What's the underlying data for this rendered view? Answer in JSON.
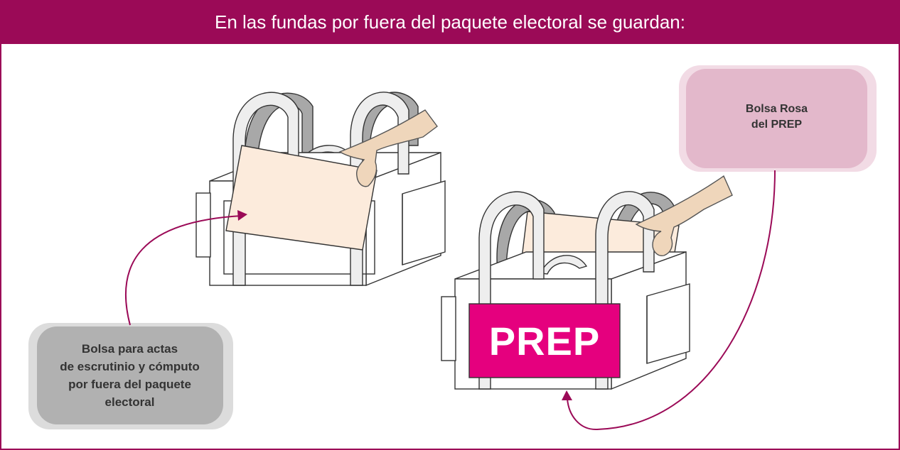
{
  "header": {
    "title": "En las fundas por fuera del paquete electoral se guardan:"
  },
  "callouts": {
    "rosa": {
      "lines": [
        "Bolsa Rosa",
        "del PREP"
      ]
    },
    "actas": {
      "lines": [
        "Bolsa para actas",
        "de escrutinio y cómputo",
        "por fuera del paquete",
        "electoral"
      ]
    }
  },
  "prep_label": "PREP",
  "colors": {
    "brand": "#9b0a57",
    "prep_magenta": "#e5007e",
    "pink_callout": "#e3b8cb",
    "gray_callout": "#b1b1b1",
    "strap": "#eeeeee",
    "strap_shadow": "#a8a8a8",
    "envelope": "#fcebdc",
    "skin": "#efd6bb"
  }
}
